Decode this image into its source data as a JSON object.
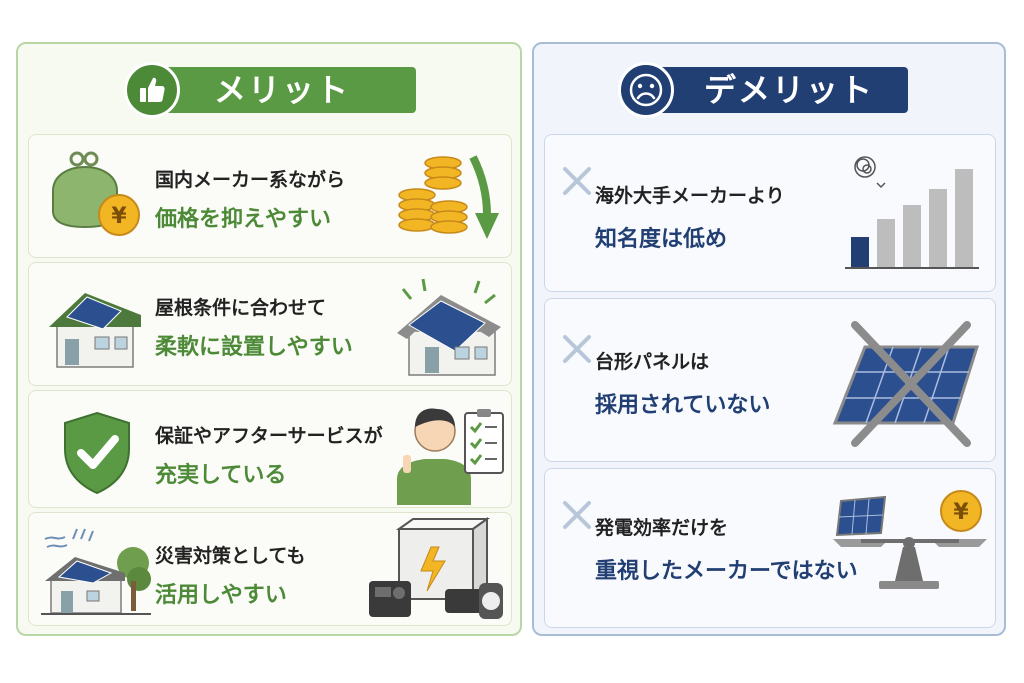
{
  "merit": {
    "title": "メリット",
    "items": [
      {
        "line1": "国内メーカー系ながら",
        "line2": "価格を抑えやすい"
      },
      {
        "line1": "屋根条件に合わせて",
        "line2": "柔軟に設置しやすい"
      },
      {
        "line1": "保証やアフターサービスが",
        "line2": "充実している"
      },
      {
        "line1": "災害対策としても",
        "line2": "活用しやすい"
      }
    ]
  },
  "demerit": {
    "title": "デメリット",
    "items": [
      {
        "line1": "海外大手メーカーより",
        "line2": "知名度は低め"
      },
      {
        "line1": "台形パネルは",
        "line2": "採用されていない"
      },
      {
        "line1": "発電効率だけを",
        "line2": "重視したメーカーではない"
      }
    ]
  },
  "icons": {
    "currency": "¥"
  },
  "colors": {
    "merit_accent": "#4d8a38",
    "demerit_accent": "#223f74"
  }
}
